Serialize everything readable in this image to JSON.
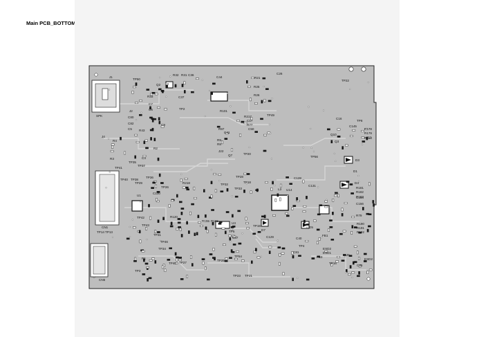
{
  "title": "Main PCB_BOTTOM LAYOUT",
  "colors": {
    "board": "#bdbdbd",
    "trace": "#cfcfcf",
    "outline": "#222222",
    "pad": "#1a1a1a"
  },
  "labels": [
    {
      "id": "J1",
      "t": "J1"
    },
    {
      "id": "TP50",
      "t": "TP50"
    },
    {
      "id": "Q2",
      "t": "Q2"
    },
    {
      "id": "R32",
      "t": "R32"
    },
    {
      "id": "R31",
      "t": "R31"
    },
    {
      "id": "C36",
      "t": "C36"
    },
    {
      "id": "C44",
      "t": "C44"
    },
    {
      "id": "R21",
      "t": "R21"
    },
    {
      "id": "C26",
      "t": "C26"
    },
    {
      "id": "TP22",
      "t": "TP22"
    },
    {
      "id": "R33",
      "t": "R33"
    },
    {
      "id": "C37",
      "t": "C37"
    },
    {
      "id": "TP2",
      "t": "TP2"
    },
    {
      "id": "R25",
      "t": "R25"
    },
    {
      "id": "R26",
      "t": "R26"
    },
    {
      "id": "C7",
      "t": "C7"
    },
    {
      "id": "C6",
      "t": "C6"
    },
    {
      "id": "J2",
      "t": "J2"
    },
    {
      "id": "SPK",
      "t": "SPK"
    },
    {
      "id": "C80",
      "t": "C80"
    },
    {
      "id": "C82",
      "t": "C82"
    },
    {
      "id": "C5",
      "t": "C5"
    },
    {
      "id": "R43",
      "t": "R43"
    },
    {
      "id": "C9",
      "t": "C9"
    },
    {
      "id": "R101",
      "t": "R101"
    },
    {
      "id": "R217",
      "t": "R217"
    },
    {
      "id": "C17",
      "t": "C17"
    },
    {
      "id": "R77",
      "t": "R77"
    },
    {
      "id": "C50",
      "t": "C50"
    },
    {
      "id": "TP49",
      "t": "TP49"
    },
    {
      "id": "TP8",
      "t": "TP8"
    },
    {
      "id": "C16",
      "t": "C16"
    },
    {
      "id": "C145",
      "t": "C145"
    },
    {
      "id": "R178",
      "t": "R178"
    },
    {
      "id": "R179",
      "t": "R179"
    },
    {
      "id": "R180",
      "t": "R180"
    },
    {
      "id": "R97",
      "t": "R97"
    },
    {
      "id": "C41",
      "t": "C41"
    },
    {
      "id": "R9",
      "t": "R9"
    },
    {
      "id": "R8",
      "t": "R8"
    },
    {
      "id": "J4",
      "t": "J4"
    },
    {
      "id": "R4",
      "t": "R4"
    },
    {
      "id": "R2",
      "t": "R2"
    },
    {
      "id": "C4",
      "t": "C4"
    },
    {
      "id": "J22",
      "t": "J22"
    },
    {
      "id": "Q7",
      "t": "Q7"
    },
    {
      "id": "TP20",
      "t": "TP20"
    },
    {
      "id": "Q10",
      "t": "Q10"
    },
    {
      "id": "Q3",
      "t": "Q3"
    },
    {
      "id": "R3",
      "t": "R3"
    },
    {
      "id": "TP35",
      "t": "TP35"
    },
    {
      "id": "TP37",
      "t": "TP37"
    },
    {
      "id": "TP41",
      "t": "TP41"
    },
    {
      "id": "TP56",
      "t": "TP56"
    },
    {
      "id": "D3",
      "t": "D3"
    },
    {
      "id": "D1",
      "t": "D1"
    },
    {
      "id": "TP40",
      "t": "TP40"
    },
    {
      "id": "TP38",
      "t": "TP38"
    },
    {
      "id": "TP36",
      "t": "TP36"
    },
    {
      "id": "TP29",
      "t": "TP29"
    },
    {
      "id": "R218",
      "t": "R218"
    },
    {
      "id": "TP28",
      "t": "TP28"
    },
    {
      "id": "TP18",
      "t": "TP18"
    },
    {
      "id": "C128",
      "t": "C128"
    },
    {
      "id": "D4",
      "t": "D4"
    },
    {
      "id": "R181",
      "t": "R181"
    },
    {
      "id": "R182",
      "t": "R182"
    },
    {
      "id": "R183",
      "t": "R183"
    },
    {
      "id": "C154",
      "t": "C154"
    },
    {
      "id": "C156",
      "t": "C156"
    },
    {
      "id": "TP26",
      "t": "TP26"
    },
    {
      "id": "U1",
      "t": "U1"
    },
    {
      "id": "TP32",
      "t": "TP32"
    },
    {
      "id": "TP33",
      "t": "TP33"
    },
    {
      "id": "L3",
      "t": "L3"
    },
    {
      "id": "U14",
      "t": "U14"
    },
    {
      "id": "C131",
      "t": "C131"
    },
    {
      "id": "C100",
      "t": "C100"
    },
    {
      "id": "R120",
      "t": "R120"
    },
    {
      "id": "R155",
      "t": "R155"
    },
    {
      "id": "R165",
      "t": "R165"
    },
    {
      "id": "U3",
      "t": "U3"
    },
    {
      "id": "TP15",
      "t": "TP15"
    },
    {
      "id": "D7",
      "t": "D7"
    },
    {
      "id": "D5",
      "t": "D5"
    },
    {
      "id": "CN1",
      "t": "CN1"
    },
    {
      "id": "TP14",
      "t": "TP14"
    },
    {
      "id": "TP13",
      "t": "TP13"
    },
    {
      "id": "TP42",
      "t": "TP42"
    },
    {
      "id": "TP43",
      "t": "TP43"
    },
    {
      "id": "TP31",
      "t": "TP31"
    },
    {
      "id": "C129",
      "t": "C129"
    },
    {
      "id": "C40",
      "t": "C40"
    },
    {
      "id": "FB1",
      "t": "FB1"
    },
    {
      "id": "R79",
      "t": "R79"
    },
    {
      "id": "R190",
      "t": "R190"
    },
    {
      "id": "R191",
      "t": "R191"
    },
    {
      "id": "R192",
      "t": "R192"
    },
    {
      "id": "TP46",
      "t": "TP46"
    },
    {
      "id": "TP34",
      "t": "TP34"
    },
    {
      "id": "TP5",
      "t": "TP5"
    },
    {
      "id": "C87",
      "t": "C87"
    },
    {
      "id": "TP4",
      "t": "TP4"
    },
    {
      "id": "ESD2",
      "t": "ESD2"
    },
    {
      "id": "ESD1",
      "t": "ESD1"
    },
    {
      "id": "FB3",
      "t": "FB3"
    },
    {
      "id": "J5",
      "t": "J5"
    },
    {
      "id": "TP54",
      "t": "TP54"
    },
    {
      "id": "TP27",
      "t": "TP27"
    },
    {
      "id": "TP44",
      "t": "TP44"
    },
    {
      "id": "TP25",
      "t": "TP25"
    },
    {
      "id": "TP16",
      "t": "TP16"
    },
    {
      "id": "ESD2b",
      "t": "ESD2"
    },
    {
      "id": "CN5",
      "t": "CN5"
    },
    {
      "id": "TP23",
      "t": "TP23"
    },
    {
      "id": "TP21",
      "t": "TP21"
    },
    {
      "id": "C85",
      "t": "C85"
    },
    {
      "id": "TP3",
      "t": "TP3"
    },
    {
      "id": "C81",
      "t": "C81"
    },
    {
      "id": "R1",
      "t": "R1"
    }
  ]
}
